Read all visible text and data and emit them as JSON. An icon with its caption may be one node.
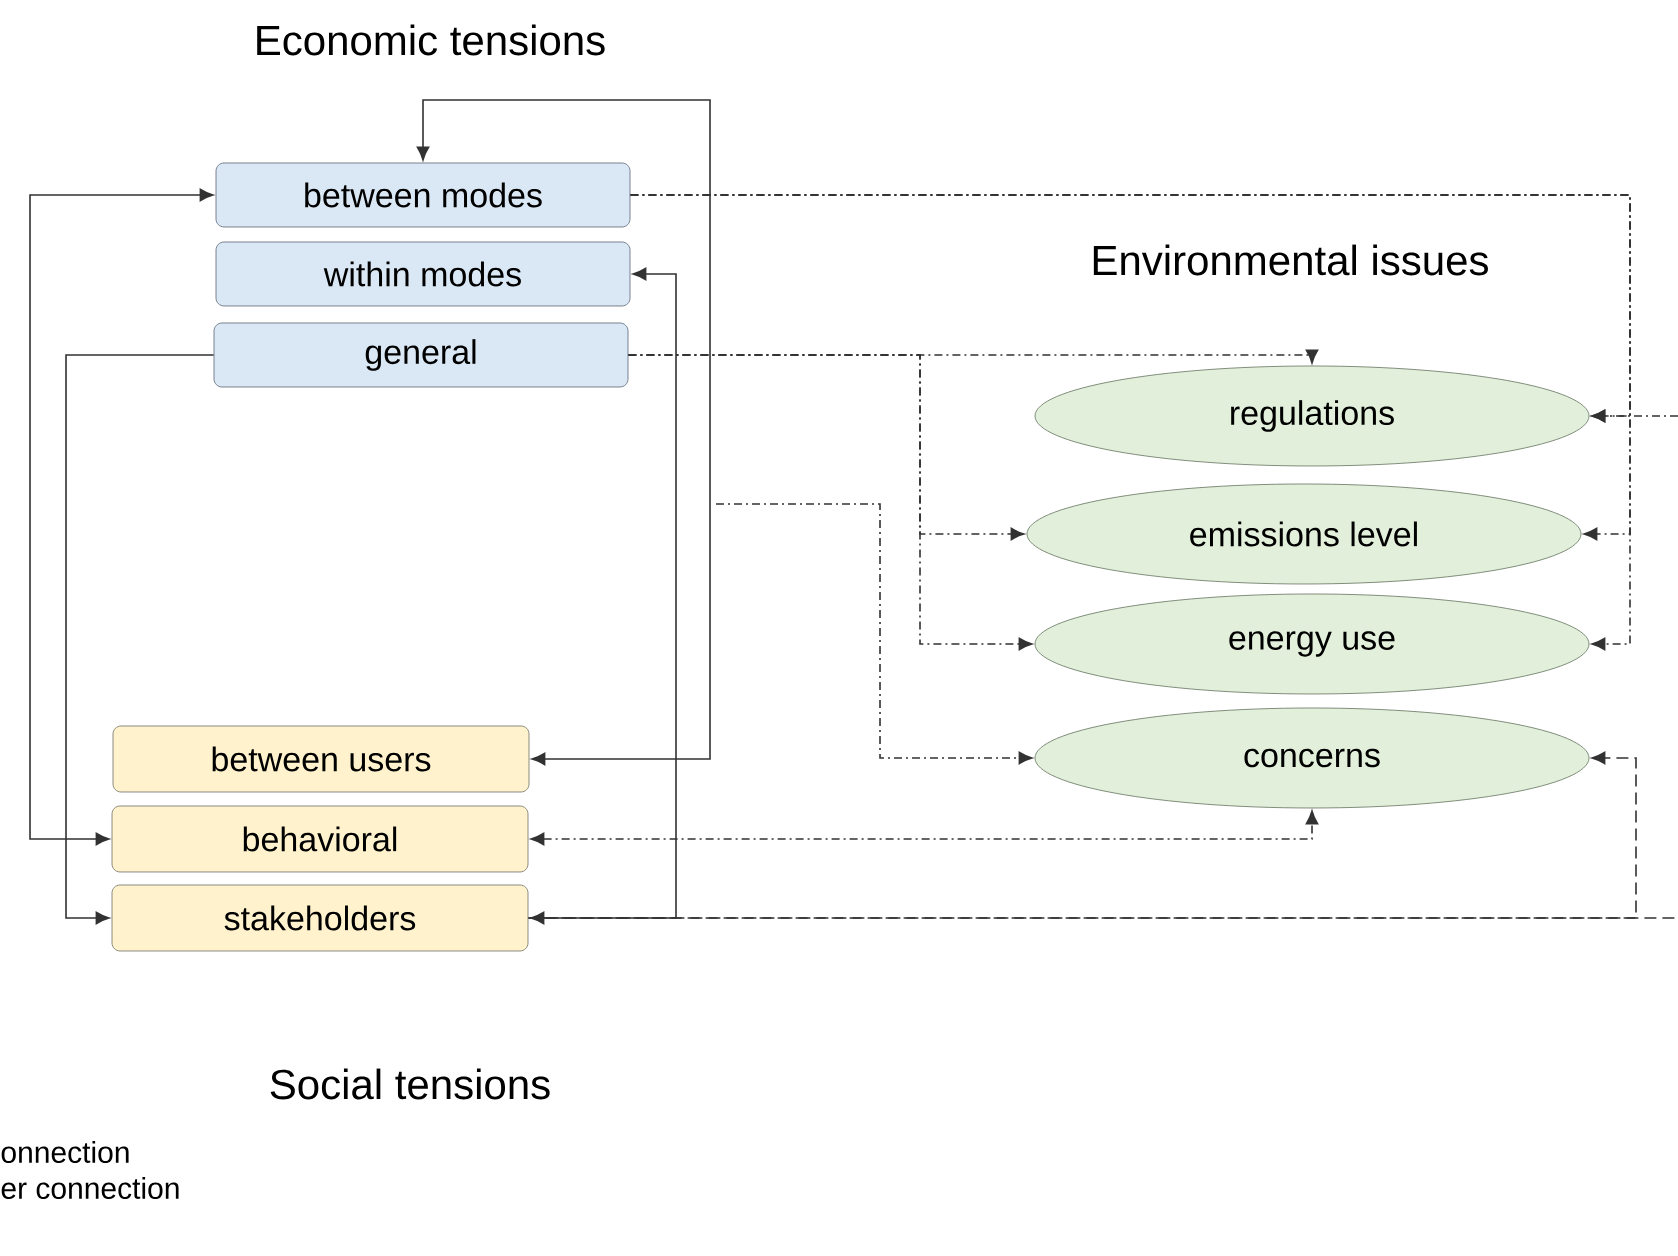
{
  "diagram": {
    "nodes": [
      {
        "text": [
          "between modes"
        ]
      },
      {
        "text": [
          "within modes"
        ]
      },
      {
        "text": [
          "general"
        ]
      },
      {
        "text": [
          "between users"
        ]
      },
      {
        "text": [
          "behavioral"
        ]
      },
      {
        "text": [
          "stakeholders"
        ]
      },
      {
        "text": [
          "regulations"
        ]
      },
      {
        "text": [
          "emissions level"
        ]
      },
      {
        "text": [
          "energy use"
        ]
      },
      {
        "text": [
          "concerns"
        ]
      }
    ],
    "edges": [
      {
        "from": 3,
        "to": 0,
        "arrow": "both"
      },
      {
        "from": 5,
        "to": 1,
        "arrow": "to"
      },
      {
        "from": 0,
        "to": 4,
        "arrow": "both"
      },
      {
        "from": 2,
        "to": 5,
        "arrow": "to"
      },
      {
        "from": 0,
        "to": 6,
        "arrow": "to",
        "style": "dashed"
      },
      {
        "from": 0,
        "to": 7,
        "arrow": "to",
        "style": "dashed"
      },
      {
        "from": 0,
        "to": 8,
        "arrow": "to",
        "style": "dashed"
      },
      {
        "from": null,
        "to": 6,
        "arrow": "to",
        "style": "dashed"
      },
      {
        "from": 2,
        "to": 6,
        "arrow": "to",
        "style": "dashed"
      },
      {
        "from": 2,
        "to": 7,
        "arrow": "to",
        "style": "dashed"
      },
      {
        "from": 2,
        "to": 8,
        "arrow": "to",
        "style": "dashed"
      },
      {
        "from": null,
        "to": 9,
        "arrow": "to",
        "style": "dashed"
      },
      {
        "from": 4,
        "to": 9,
        "arrow": "both",
        "style": "dashed"
      },
      {
        "from": 5,
        "to": 9,
        "arrow": "both",
        "style": "dashed"
      },
      {
        "from": 5,
        "to": null,
        "arrow": "none",
        "style": "dashed"
      }
    ],
    "labels": [
      "Economic tensions",
      "Environmental issues",
      "Social tensions",
      "onnection",
      "er connection"
    ]
  }
}
